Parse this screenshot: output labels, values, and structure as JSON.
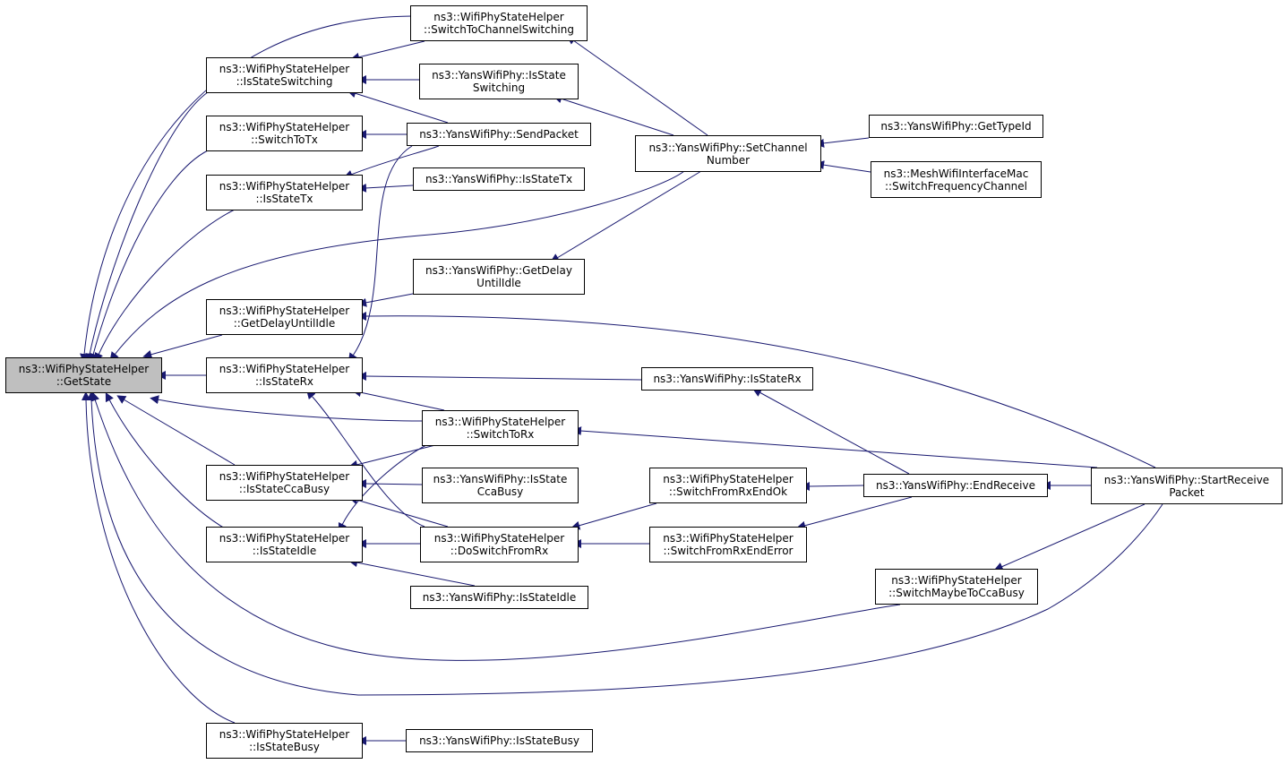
{
  "graph": {
    "edge_color": "#191970",
    "root_fill": "#bfbfbf",
    "node_fill": "#ffffff",
    "nodes": {
      "getstate": [
        "ns3::WifiPhyStateHelper",
        "::GetState"
      ],
      "isstateswitching": [
        "ns3::WifiPhyStateHelper",
        "::IsStateSwitching"
      ],
      "switchtotx": [
        "ns3::WifiPhyStateHelper",
        "::SwitchToTx"
      ],
      "isstatetx": [
        "ns3::WifiPhyStateHelper",
        "::IsStateTx"
      ],
      "getdelayuntilidle": [
        "ns3::WifiPhyStateHelper",
        "::GetDelayUntilIdle"
      ],
      "isstaterx": [
        "ns3::WifiPhyStateHelper",
        "::IsStateRx"
      ],
      "isstateccabusy": [
        "ns3::WifiPhyStateHelper",
        "::IsStateCcaBusy"
      ],
      "isstateidle": [
        "ns3::WifiPhyStateHelper",
        "::IsStateIdle"
      ],
      "isstatebusy": [
        "ns3::WifiPhyStateHelper",
        "::IsStateBusy"
      ],
      "switchtochannelswitching": [
        "ns3::WifiPhyStateHelper",
        "::SwitchToChannelSwitching"
      ],
      "yans_isstateswitching": [
        "ns3::YansWifiPhy::IsState",
        "Switching"
      ],
      "yans_sendpacket": [
        "ns3::YansWifiPhy::SendPacket"
      ],
      "yans_isstatetx": [
        "ns3::YansWifiPhy::IsStateTx"
      ],
      "yans_getdelayuntilidle": [
        "ns3::YansWifiPhy::GetDelay",
        "UntilIdle"
      ],
      "switchtorx": [
        "ns3::WifiPhyStateHelper",
        "::SwitchToRx"
      ],
      "yans_isstateccabusy": [
        "ns3::YansWifiPhy::IsState",
        "CcaBusy"
      ],
      "doswitchfromrx": [
        "ns3::WifiPhyStateHelper",
        "::DoSwitchFromRx"
      ],
      "yans_isstateidle": [
        "ns3::YansWifiPhy::IsStateIdle"
      ],
      "yans_isstatebusy": [
        "ns3::YansWifiPhy::IsStateBusy"
      ],
      "yans_setchannelnumber": [
        "ns3::YansWifiPhy::SetChannel",
        "Number"
      ],
      "yans_isstaterx": [
        "ns3::YansWifiPhy::IsStateRx"
      ],
      "switchfromrxendok": [
        "ns3::WifiPhyStateHelper",
        "::SwitchFromRxEndOk"
      ],
      "switchfromrxenderror": [
        "ns3::WifiPhyStateHelper",
        "::SwitchFromRxEndError"
      ],
      "switchmaybetoccabusy": [
        "ns3::WifiPhyStateHelper",
        "::SwitchMaybeToCcaBusy"
      ],
      "yans_gettypeid": [
        "ns3::YansWifiPhy::GetTypeId"
      ],
      "mesh_switchfrequencychannel": [
        "ns3::MeshWifiInterfaceMac",
        "::SwitchFrequencyChannel"
      ],
      "yans_endreceive": [
        "ns3::YansWifiPhy::EndReceive"
      ],
      "yans_startreceivepacket": [
        "ns3::YansWifiPhy::StartReceive",
        "Packet"
      ]
    }
  }
}
